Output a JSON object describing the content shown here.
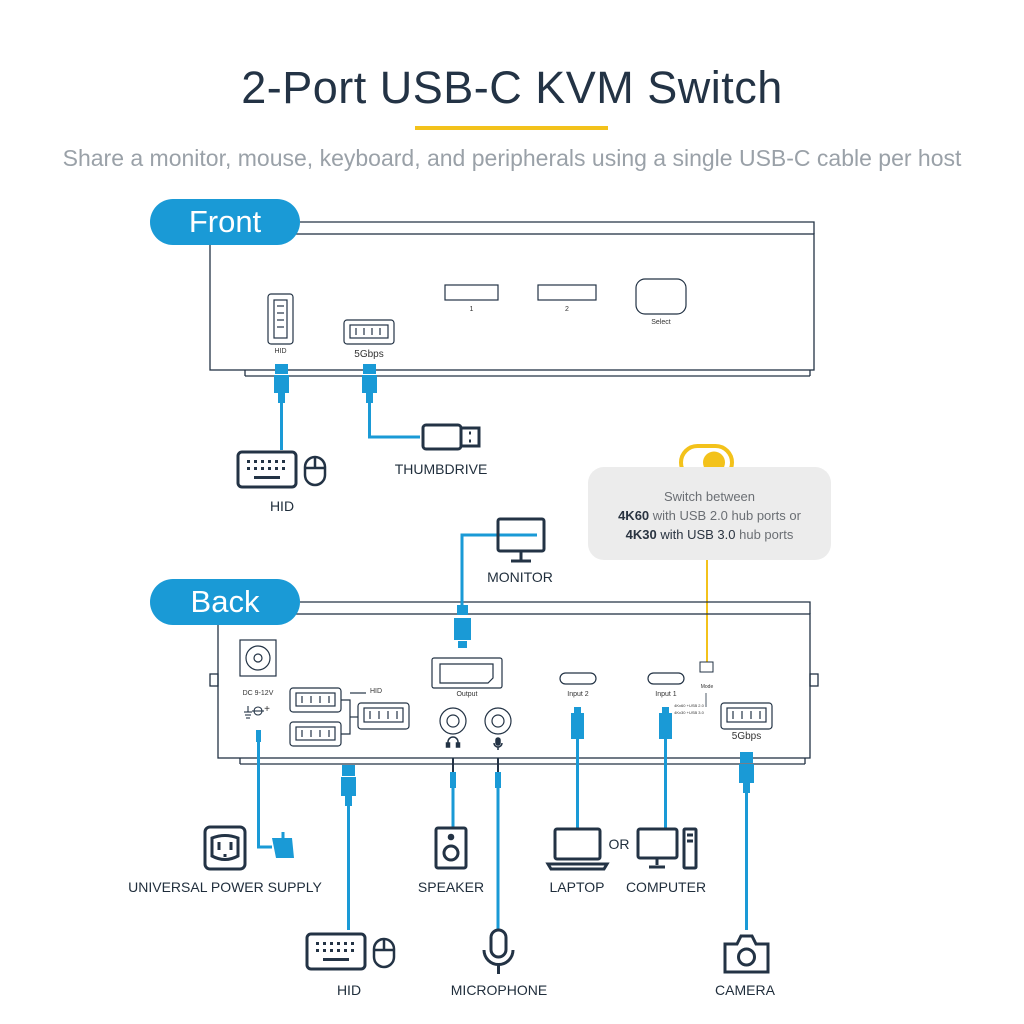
{
  "title": "2-Port USB-C KVM Switch",
  "subtitle": "Share a monitor, mouse, keyboard, and peripherals using a single USB-C cable per host",
  "front": {
    "section_label": "Front",
    "ports": {
      "hid": "HID",
      "usb": "5Gbps",
      "btn1": "1",
      "btn2": "2",
      "select": "Select"
    },
    "devices": {
      "hid": "HID",
      "thumbdrive": "THUMBDRIVE"
    }
  },
  "back": {
    "section_label": "Back",
    "ports": {
      "dc": "DC 9-12V",
      "dc_polarity": "+",
      "hid": "HID",
      "output": "Output",
      "input2": "Input 2",
      "input1": "Input 1",
      "mode": "Mode",
      "mode_opt1": "4Kx60 +USB 2.0",
      "mode_opt2": "4Kx30 +USB 3.0",
      "usb": "5Gbps"
    },
    "devices": {
      "monitor": "MONITOR",
      "power": "UNIVERSAL POWER SUPPLY",
      "hid": "HID",
      "speaker": "SPEAKER",
      "microphone": "MICROPHONE",
      "laptop": "LAPTOP",
      "or": "OR",
      "computer": "COMPUTER",
      "camera": "CAMERA"
    }
  },
  "callout": {
    "line1": "Switch between",
    "line2_bold": "4K60",
    "line2_rest": " with USB 2.0 hub ports or",
    "line3_bold": "4K30",
    "line3_mid": " with USB 3.0",
    "line3_rest": " hub ports"
  },
  "colors": {
    "accent_blue": "#1a9ad6",
    "accent_yellow": "#f3c21b",
    "line_dark": "#233345"
  }
}
